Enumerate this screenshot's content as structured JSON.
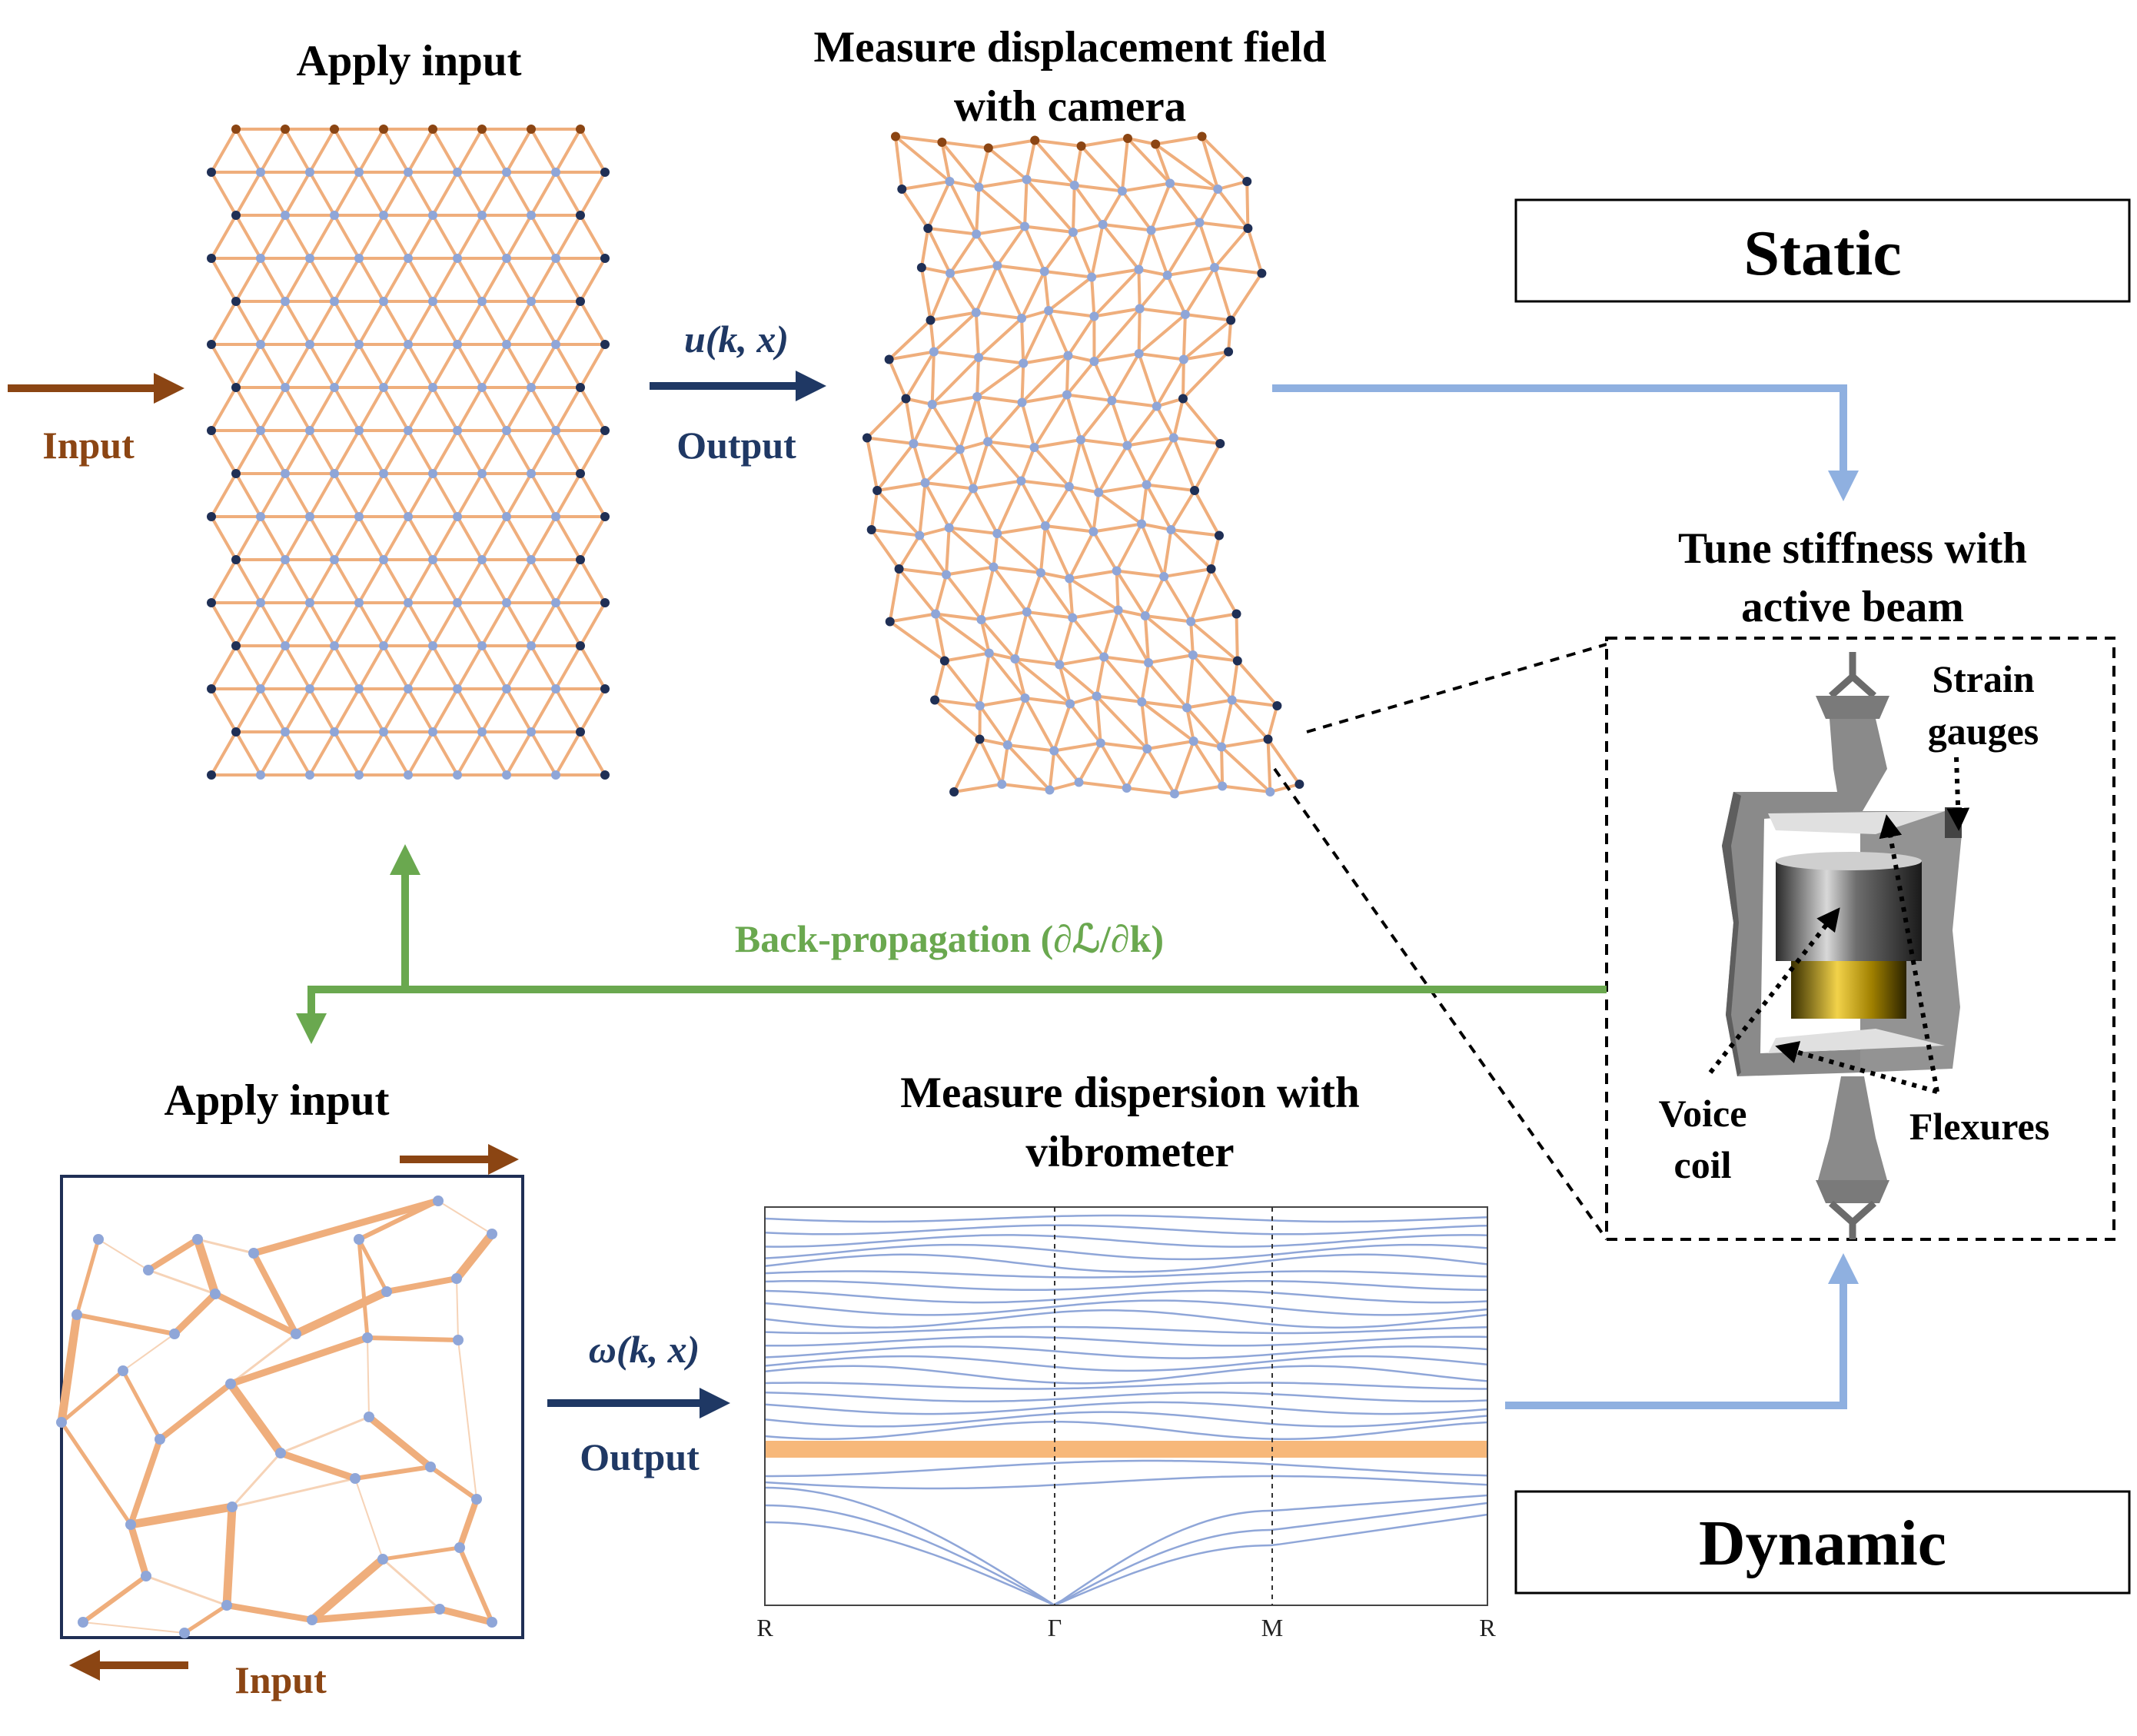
{
  "titles": {
    "apply_input_top": "Apply input",
    "measure_disp_1": "Measure displacement field",
    "measure_disp_2": "with camera",
    "tune_1": "Tune stiffness with",
    "tune_2": "active beam",
    "apply_input_bottom": "Apply input",
    "measure_disp_vib_1": "Measure dispersion with",
    "measure_disp_vib_2": "vibrometer"
  },
  "labels": {
    "input_top": "Input",
    "input_bottom": "Input",
    "output_top": "Output",
    "output_bottom": "Output",
    "u_formula": "u(k, x)",
    "omega_formula": "ω(k, x)",
    "backprop": "Back-propagation (∂ℒ/∂k)"
  },
  "boxes": {
    "static": "Static",
    "dynamic": "Dynamic"
  },
  "beam_parts": {
    "strain": "Strain",
    "gauges": "gauges",
    "voice": "Voice",
    "coil": "coil",
    "flexures": "Flexures"
  },
  "colors": {
    "lattice_bond": "#efae7c",
    "node_light": "#8fa6d8",
    "node_dark": "#1f2f55",
    "input_arrow": "#8b4513",
    "output_arrow": "#1f3864",
    "feedback_line": "#8fb0e0",
    "backprop_green": "#6aa84f",
    "band_line": "#8fa6d8",
    "band_gap": "#f7b87a"
  },
  "chart_data": {
    "type": "line",
    "x_ticks": [
      "R",
      "Γ",
      "M",
      "R"
    ],
    "series_count": 25,
    "band_gap": "highlighted"
  }
}
